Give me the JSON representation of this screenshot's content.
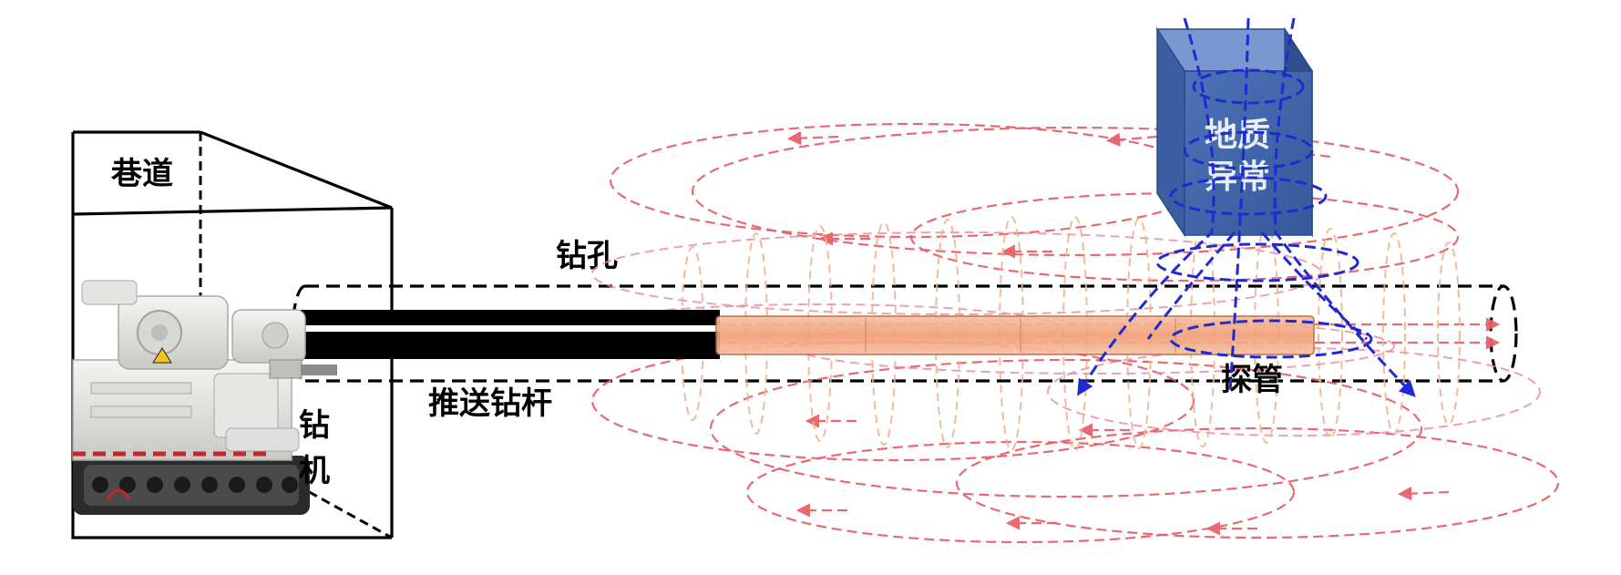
{
  "labels": {
    "roadway": "巷道",
    "borehole": "钻孔",
    "push_rod": "推送钻杆",
    "drill_rig_1": "钻",
    "drill_rig_2": "机",
    "probe": "探管",
    "anomaly_1": "地质",
    "anomaly_2": "异常"
  },
  "colors": {
    "secondary_field": "#e8606a",
    "primary_field": "#1f2ad0",
    "anomaly_body": "#3f63a8",
    "probe": "#f3a57e",
    "rod": "#000000"
  },
  "icons": {
    "rig": "drilling-rig-icon"
  }
}
